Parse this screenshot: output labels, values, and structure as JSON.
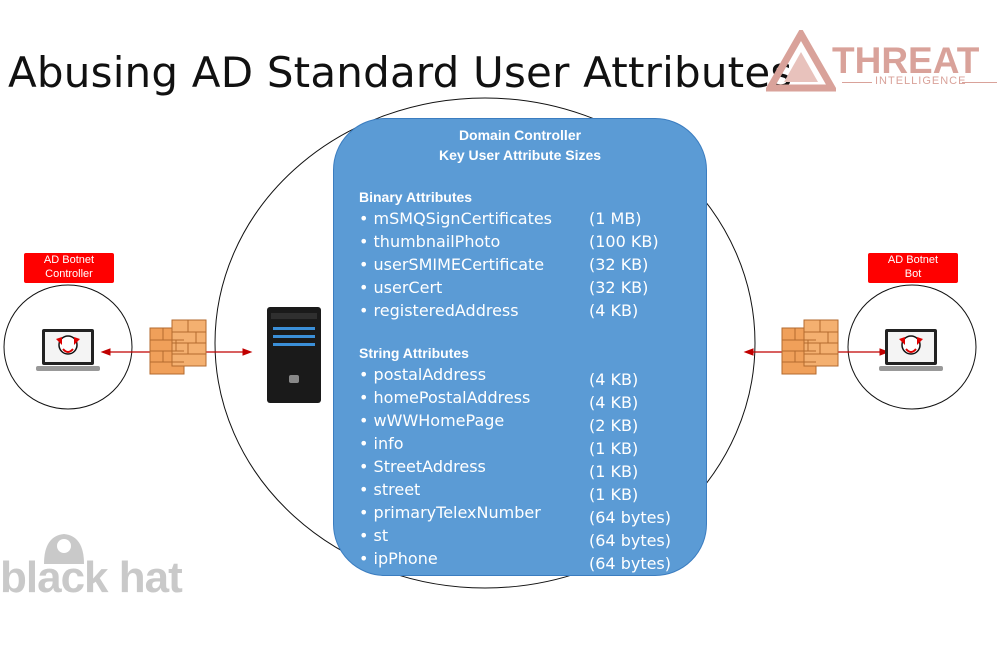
{
  "slide": {
    "title": "Abusing AD Standard User Attributes"
  },
  "logo": {
    "name": "THREAT",
    "tagline": "INTELLIGENCE",
    "color": "#d9a29a"
  },
  "panel": {
    "title_line1": "Domain Controller",
    "title_line2": "Key User Attribute Sizes",
    "fill_color": "#5b9bd5",
    "binary": {
      "heading": "Binary Attributes",
      "items": [
        {
          "name": "mSMQSignCertificates",
          "size": "(1 MB)"
        },
        {
          "name": "thumbnailPhoto",
          "size": "(100 KB)"
        },
        {
          "name": "userSMIMECertificate",
          "size": "(32 KB)"
        },
        {
          "name": "userCert",
          "size": "(32 KB)"
        },
        {
          "name": "registeredAddress",
          "size": "(4 KB)"
        }
      ]
    },
    "string": {
      "heading": "String Attributes",
      "items": [
        {
          "name": "postalAddress",
          "size": "(4 KB)"
        },
        {
          "name": "homePostalAddress",
          "size": "(4 KB)"
        },
        {
          "name": "wWWHomePage",
          "size": "(2 KB)"
        },
        {
          "name": "info",
          "size": "(1 KB)"
        },
        {
          "name": "StreetAddress",
          "size": "(1 KB)"
        },
        {
          "name": "street",
          "size": "(1 KB)"
        },
        {
          "name": "primaryTelexNumber",
          "size": "(64 bytes)"
        },
        {
          "name": "st",
          "size": "(64 bytes)"
        },
        {
          "name": "ipPhone",
          "size": "(64 bytes)"
        }
      ]
    }
  },
  "left_node": {
    "label_line1": "AD Botnet",
    "label_line2": "Controller",
    "icon": "laptop-with-joker-icon"
  },
  "right_node": {
    "label_line1": "AD Botnet",
    "label_line2": "Bot",
    "icon": "laptop-with-joker-icon"
  },
  "watermark": {
    "text": "black hat",
    "color": "#c9c9c9"
  },
  "colors": {
    "badge": "#ff0000",
    "arrow": "#c00000",
    "firewall": "#f0a05a"
  }
}
